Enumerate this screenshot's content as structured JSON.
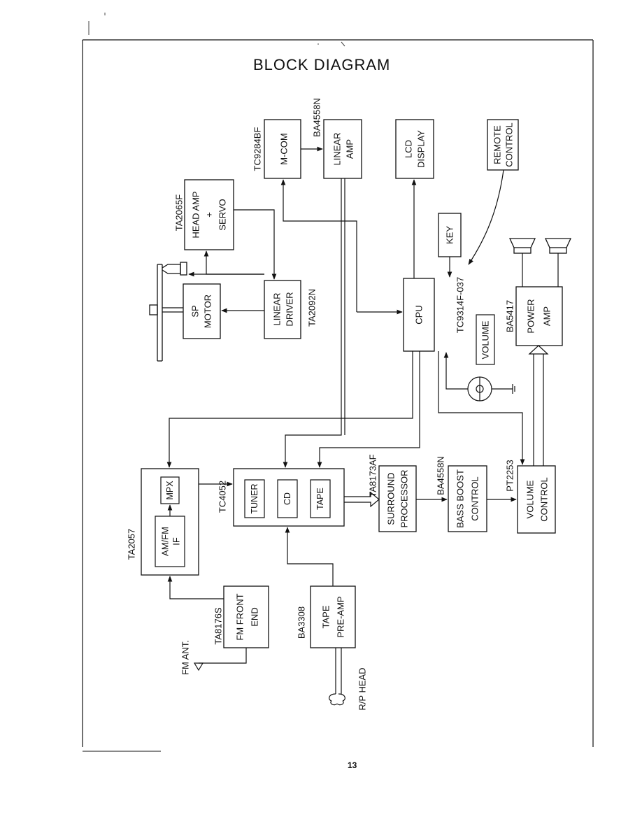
{
  "page": {
    "title": "BLOCK DIAGRAM",
    "page_number": "13"
  },
  "blocks": {
    "m_com": {
      "name": "M-COM",
      "chip": "TC9284BF"
    },
    "linear_amp": {
      "name_1": "LINEAR",
      "name_2": "AMP",
      "chip": "BA4558N"
    },
    "lcd_display": {
      "name_1": "LCD",
      "name_2": "DISPLAY"
    },
    "remote_control": {
      "name_1": "REMOTE",
      "name_2": "CONTROL"
    },
    "head_amp": {
      "name_1": "HEAD AMP",
      "name_2": "+",
      "name_3": "SERVO",
      "chip": "TA2065F"
    },
    "key": {
      "name": "KEY"
    },
    "linear_driver": {
      "name_1": "LINEAR",
      "name_2": "DRIVER",
      "chip": "TA2092N"
    },
    "sp_motor": {
      "name_1": "SP",
      "name_2": "MOTOR"
    },
    "cpu": {
      "name": "CPU",
      "chip": "TC9314F-037"
    },
    "volume": {
      "name": "VOLUME"
    },
    "power_amp": {
      "name_1": "POWER",
      "name_2": "AMP",
      "chip": "BA5417"
    },
    "if_block": {
      "chip": "TA2057"
    },
    "mpx": {
      "name": "MPX"
    },
    "am_fm_if": {
      "name_1": "AM/FM",
      "name_2": "IF"
    },
    "selector": {
      "chip": "TC4052",
      "tuner": "TUNER",
      "cd": "CD",
      "tape": "TAPE"
    },
    "surround": {
      "name_1": "SURROUND",
      "name_2": "PROCESSOR",
      "chip": "TA8173AF"
    },
    "bass_boost": {
      "name_1": "BASS BOOST",
      "name_2": "CONTROL",
      "chip": "BA4558N"
    },
    "volume_control": {
      "name_1": "VOLUME",
      "name_2": "CONTROL",
      "chip": "PT2253"
    },
    "fm_front_end": {
      "name_1": "FM FRONT",
      "name_2": "END",
      "chip": "TA8176S"
    },
    "tape_preamp": {
      "name_1": "TAPE",
      "name_2": "PRE-AMP",
      "chip": "BA3308"
    },
    "fm_ant": {
      "label": "FM ANT."
    },
    "rp_head": {
      "label": "R/P HEAD"
    }
  }
}
